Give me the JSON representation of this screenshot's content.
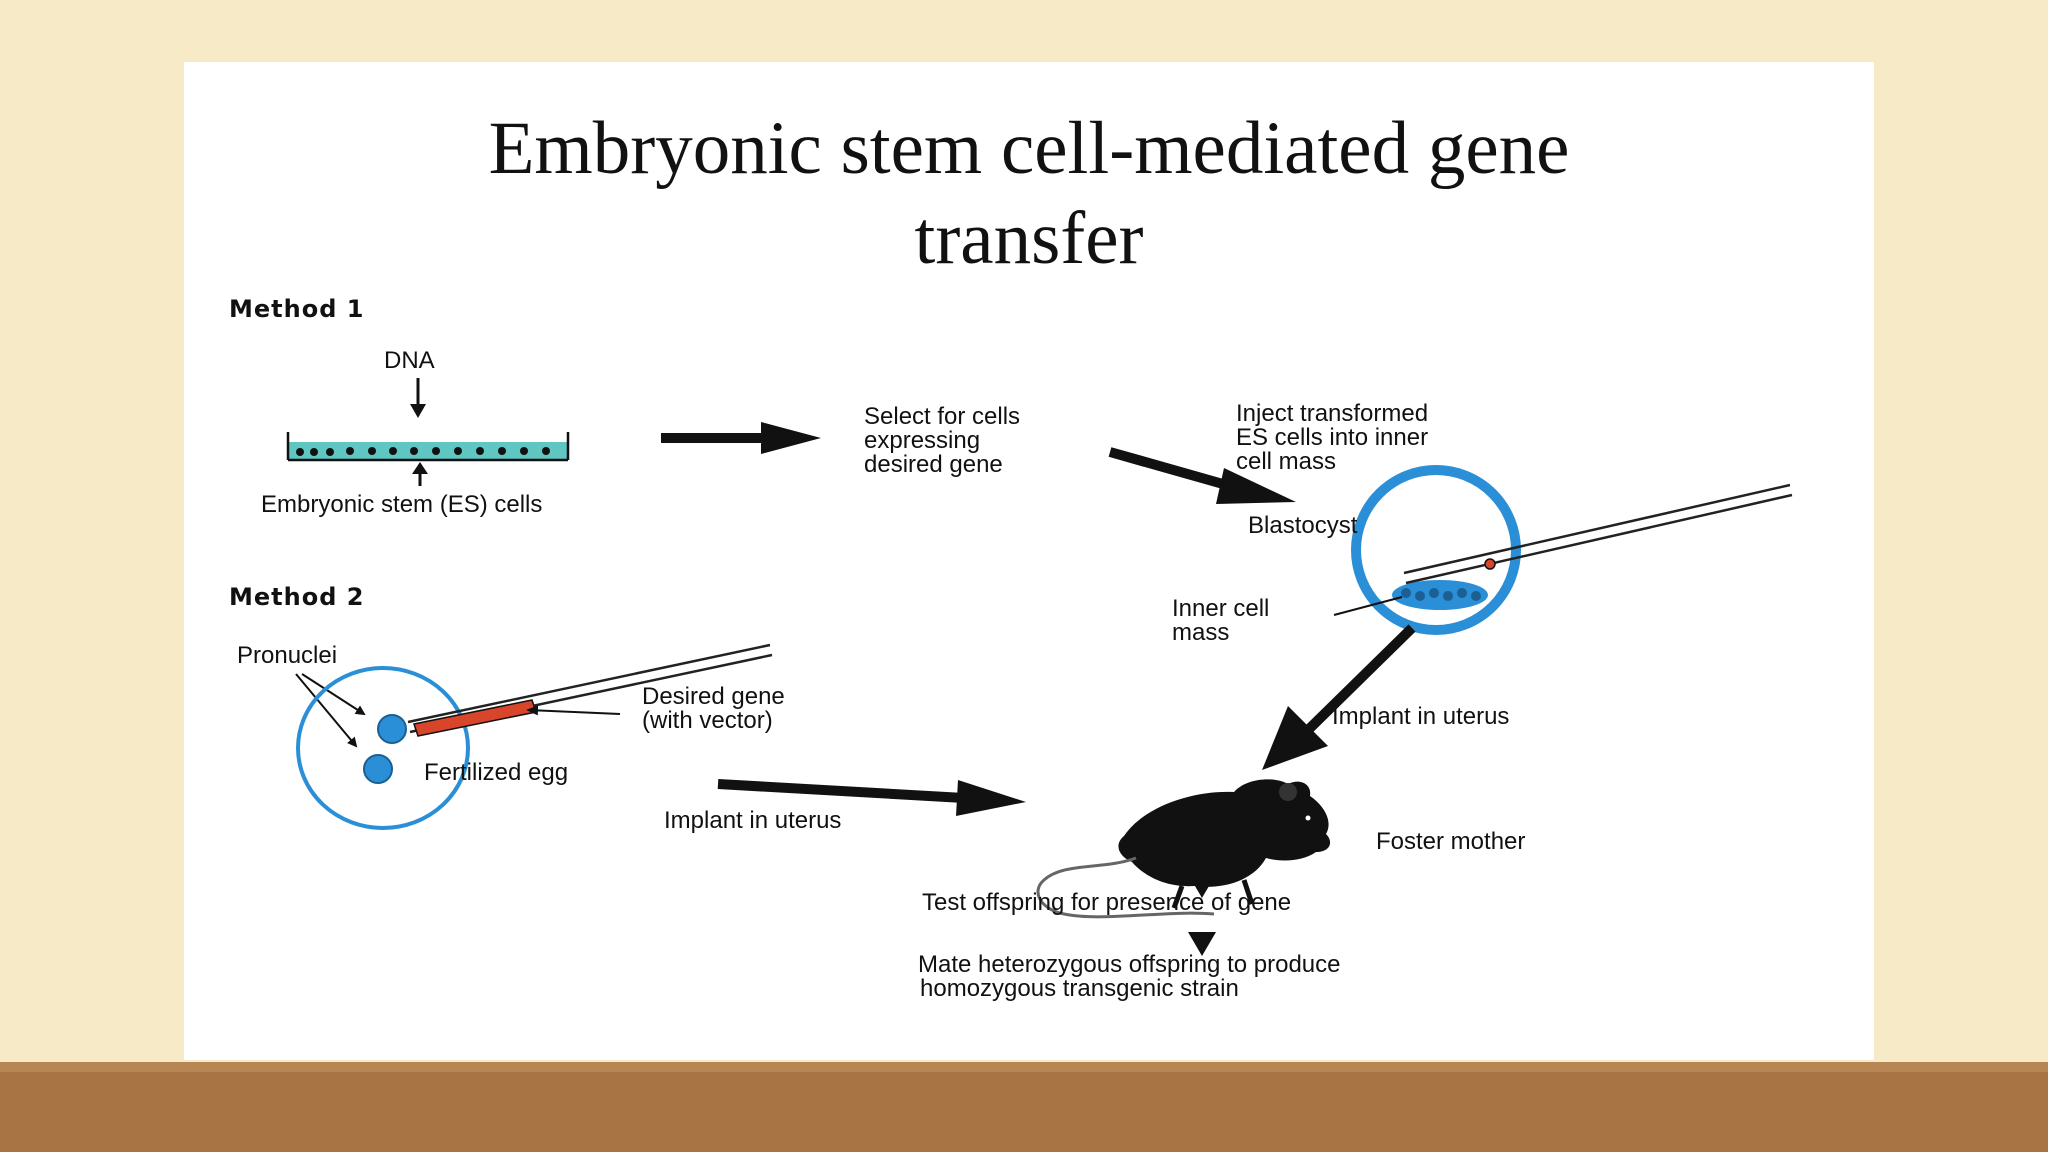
{
  "slide": {
    "title_line1": "Embryonic stem cell-mediated gene",
    "title_line2": "transfer"
  },
  "diagram": {
    "method1": {
      "heading": "Method 1",
      "dna_label": "DNA",
      "es_cells_label": "Embryonic stem (ES) cells",
      "select_line1": "Select for cells",
      "select_line2": "expressing",
      "select_line3": "desired gene",
      "inject_line1": "Inject transformed",
      "inject_line2": "ES cells into inner",
      "inject_line3": "cell mass",
      "blastocyst_label": "Blastocyst",
      "inner_cell_line1": "Inner cell",
      "inner_cell_line2": "mass",
      "implant_label": "Implant in uterus"
    },
    "method2": {
      "heading": "Method 2",
      "pronuclei_label": "Pronuclei",
      "desired_gene_line1": "Desired gene",
      "desired_gene_line2": "(with vector)",
      "fertilized_egg_label": "Fertilized egg",
      "implant_label": "Implant in uterus"
    },
    "foster_mother_label": "Foster mother",
    "test_offspring_label": "Test offspring for presence of gene",
    "mate_line1": "Mate heterozygous offspring to produce",
    "mate_line2": "homozygous transgenic strain"
  },
  "colors": {
    "background": "#f7ebc7",
    "bottom_band": "#a87444",
    "cell_blue": "#2a8fd6",
    "dish_teal": "#5fc6c2",
    "vector_red": "#d8452a"
  }
}
